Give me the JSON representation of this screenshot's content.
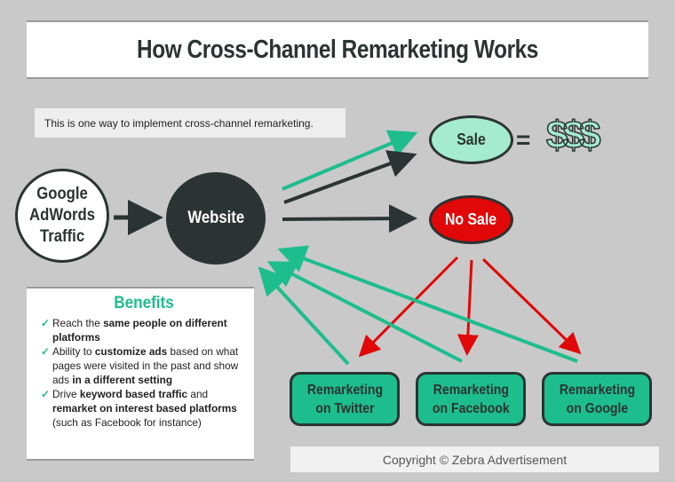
{
  "title": "How Cross-Channel Remarketing Works",
  "intro": "This is one way to implement cross-channel remarketing.",
  "nodes": {
    "google": "Google\nAdWords\nTraffic",
    "website": "Website",
    "sale": "Sale",
    "no_sale": "No Sale",
    "equals": "=",
    "money": "$$$"
  },
  "remarketing": {
    "twitter": "Remarketing\non Twitter",
    "facebook": "Remarketing\non Facebook",
    "google": "Remarketing\non Google"
  },
  "benefits": {
    "title": "Benefits",
    "items": [
      [
        {
          "t": "Reach the ",
          "b": false
        },
        {
          "t": "same people on different platforms",
          "b": true
        }
      ],
      [
        {
          "t": "Ability to ",
          "b": false
        },
        {
          "t": "customize ads",
          "b": true
        },
        {
          "t": " based on what pages were visited in the past and show ads ",
          "b": false
        },
        {
          "t": "in a different setting",
          "b": true
        }
      ],
      [
        {
          "t": "Drive ",
          "b": false
        },
        {
          "t": "keyword based traffic",
          "b": true
        },
        {
          "t": " and ",
          "b": false
        },
        {
          "t": "remarket on interest based platforms",
          "b": true
        },
        {
          "t": " (such as Facebook for instance)",
          "b": false
        }
      ]
    ]
  },
  "copyright": "Copyright © Zebra Advertisement",
  "colors": {
    "dark": "#2b3432",
    "teal": "#1ebd8e",
    "mint": "#a4ebd0",
    "red": "#e00808",
    "background": "#c9c9c9"
  }
}
